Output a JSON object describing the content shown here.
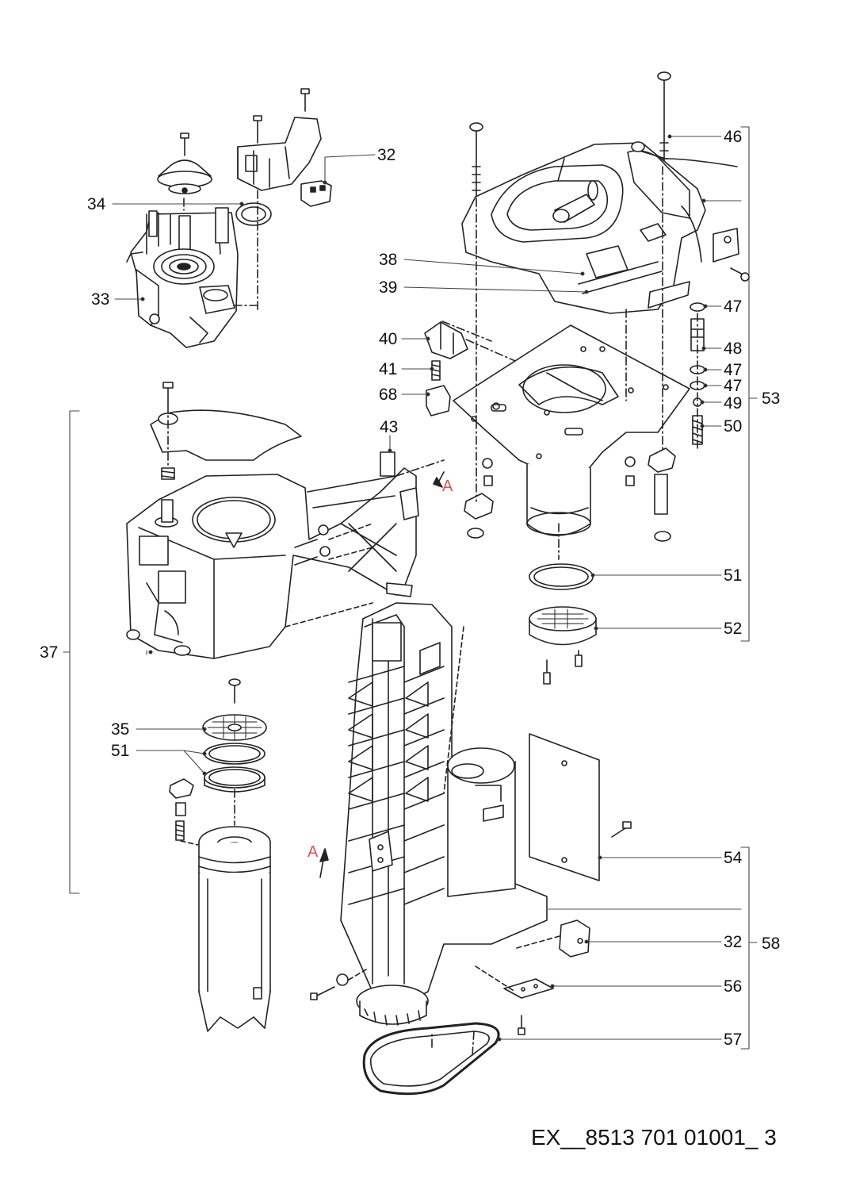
{
  "doc_ref": "EX__8513 701 01001_ 3",
  "section_marker": "A",
  "section_color": "#d9534f",
  "callouts": {
    "c46": "46",
    "c32a": "32",
    "c34": "34",
    "c33": "33",
    "c38": "38",
    "c39": "39",
    "c40": "40",
    "c41": "41",
    "c68": "68",
    "c43": "43",
    "c47a": "47",
    "c48": "48",
    "c47b": "47",
    "c47c": "47",
    "c49": "49",
    "c53": "53",
    "c50": "50",
    "c51a": "51",
    "c52": "52",
    "c37": "37",
    "c35": "35",
    "c51b": "51",
    "c54": "54",
    "c32b": "32",
    "c58": "58",
    "c56": "56",
    "c57": "57"
  }
}
